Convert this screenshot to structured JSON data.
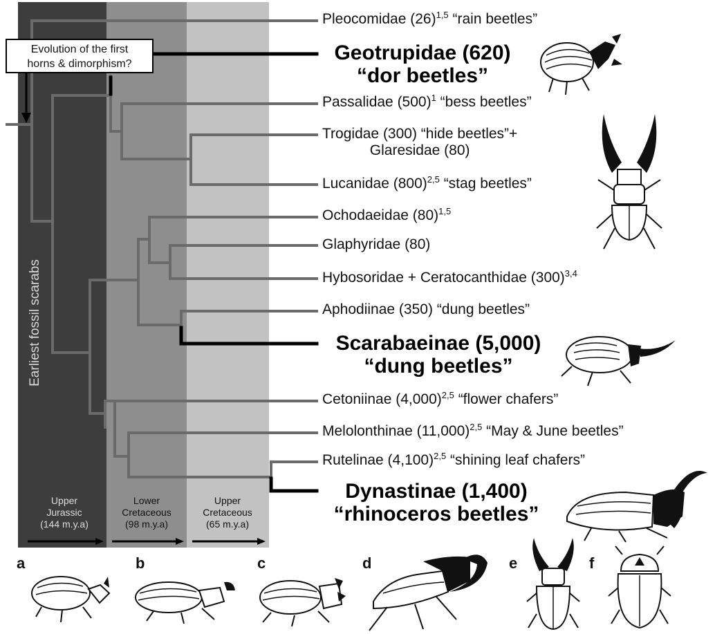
{
  "callout": {
    "line1": "Evolution of the first",
    "line2": "horns & dimorphism?"
  },
  "fossil_label": "Earliest fossil scarabs",
  "periods": [
    {
      "line1": "Upper",
      "line2": "Jurassic",
      "line3": "(144 m.y.a)"
    },
    {
      "line1": "Lower",
      "line2": "Cretaceous",
      "line3": "(98 m.y.a)"
    },
    {
      "line1": "Upper",
      "line2": "Cretaceous",
      "line3": "(65 m.y.a)"
    }
  ],
  "taxa": {
    "pleocomidae": {
      "name": "Pleocomidae (26)",
      "sup": "1,5",
      "common": " “rain beetles”"
    },
    "geotrupidae": {
      "line1": "Geotrupidae (620)",
      "line2": "“dor beetles”"
    },
    "passalidae": {
      "name": "Passalidae (500)",
      "sup": "1",
      "common": " “bess beetles”"
    },
    "trogidae": {
      "line1": "Trogidae (300) “hide beetles”+",
      "line2": "Glaresidae (80)"
    },
    "lucanidae": {
      "name": "Lucanidae (800)",
      "sup": "2,5",
      "common": " “stag beetles”"
    },
    "ochodaeidae": {
      "name": "Ochodaeidae (80)",
      "sup": "1,5"
    },
    "glaphyridae": {
      "name": "Glaphyridae (80)"
    },
    "hybosoridae": {
      "name": "Hybosoridae  + Ceratocanthidae (300)",
      "sup": "3,4"
    },
    "aphodiinae": {
      "name": "Aphodiinae (350) “dung beetles”"
    },
    "scarabaeinae": {
      "line1": "Scarabaeinae (5,000)",
      "line2": "“dung beetles”"
    },
    "cetoniinae": {
      "name": "Cetoniinae (4,000)",
      "sup": "2,5",
      "common": " “flower chafers”"
    },
    "melolonthinae": {
      "name": "Melolonthinae (11,000)",
      "sup": "2,5",
      "common": " “May & June beetles”"
    },
    "rutelinae": {
      "name": "Rutelinae (4,100)",
      "sup": "2,5",
      "common": " “shining leaf chafers”"
    },
    "dynastinae": {
      "line1": "Dynastinae (1,400)",
      "line2": "“rhinoceros beetles”"
    }
  },
  "panels": [
    "a",
    "b",
    "c",
    "d",
    "e",
    "f"
  ],
  "colors": {
    "jurassic_band": "#3d3d3d",
    "lower_cretaceous_band": "#8e8e8e",
    "upper_cretaceous_band": "#c2c2c2",
    "tree_line": "#6a6a6a",
    "horned_lineage": "#000000"
  },
  "icons": [
    "geotrupid-beetle-icon",
    "stag-beetle-icon",
    "dung-beetle-icon",
    "rhinoceros-beetle-icon",
    "beetle-a-icon",
    "beetle-b-icon",
    "beetle-c-icon",
    "beetle-d-icon",
    "beetle-e-icon",
    "beetle-f-icon"
  ]
}
